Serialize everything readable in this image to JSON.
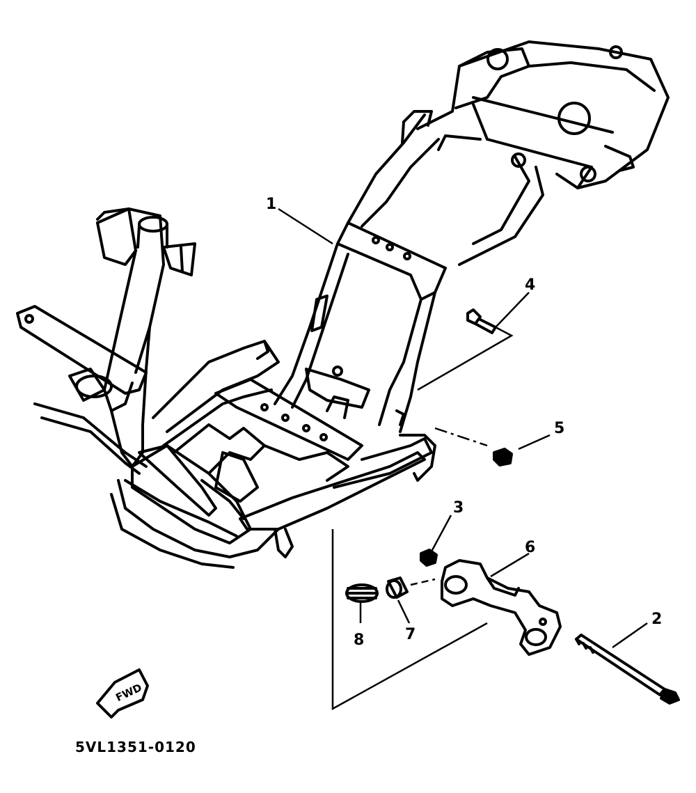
{
  "diagram": {
    "reference_code": "5VL1351-0120",
    "direction_label": "FWD",
    "callouts": [
      {
        "id": "1",
        "label": "1"
      },
      {
        "id": "2",
        "label": "2"
      },
      {
        "id": "3",
        "label": "3"
      },
      {
        "id": "4",
        "label": "4"
      },
      {
        "id": "5",
        "label": "5"
      },
      {
        "id": "6",
        "label": "6"
      },
      {
        "id": "7",
        "label": "7"
      },
      {
        "id": "8",
        "label": "8"
      }
    ],
    "colors": {
      "ink": "#000000",
      "paper": "#ffffff"
    }
  }
}
